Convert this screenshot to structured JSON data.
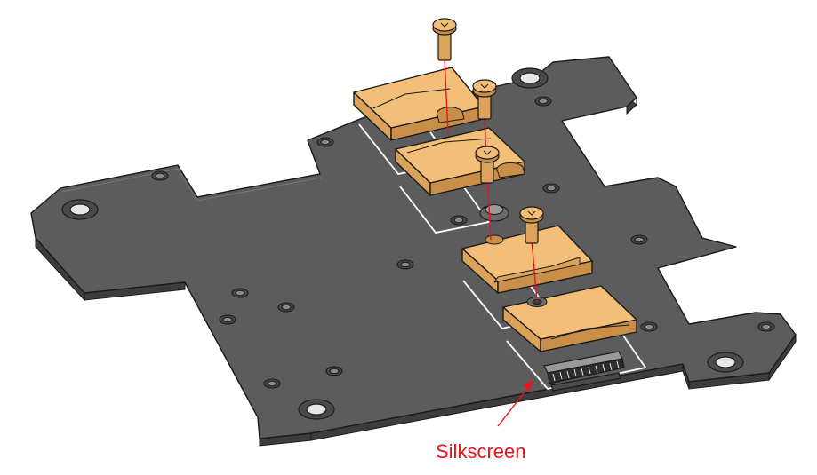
{
  "callout": {
    "label": "Silkscreen",
    "color": "#e8141c"
  },
  "colors": {
    "board_fill": "#5c5c5c",
    "board_edge": "#3d3d3d",
    "outline": "#1a1a1a",
    "pad_fill": "#f2be78",
    "pad_side": "#dba25a",
    "silkscreen": "#ffffff",
    "guide_line": "#e8141c",
    "screw_fill": "#f2be78"
  },
  "parts": {
    "board": "circuit-board",
    "pads": [
      "thermal-pad-1",
      "thermal-pad-2",
      "thermal-pad-3",
      "thermal-pad-4"
    ],
    "screws": [
      "screw-1",
      "screw-2",
      "screw-3",
      "screw-4"
    ],
    "connector": "board-connector"
  }
}
